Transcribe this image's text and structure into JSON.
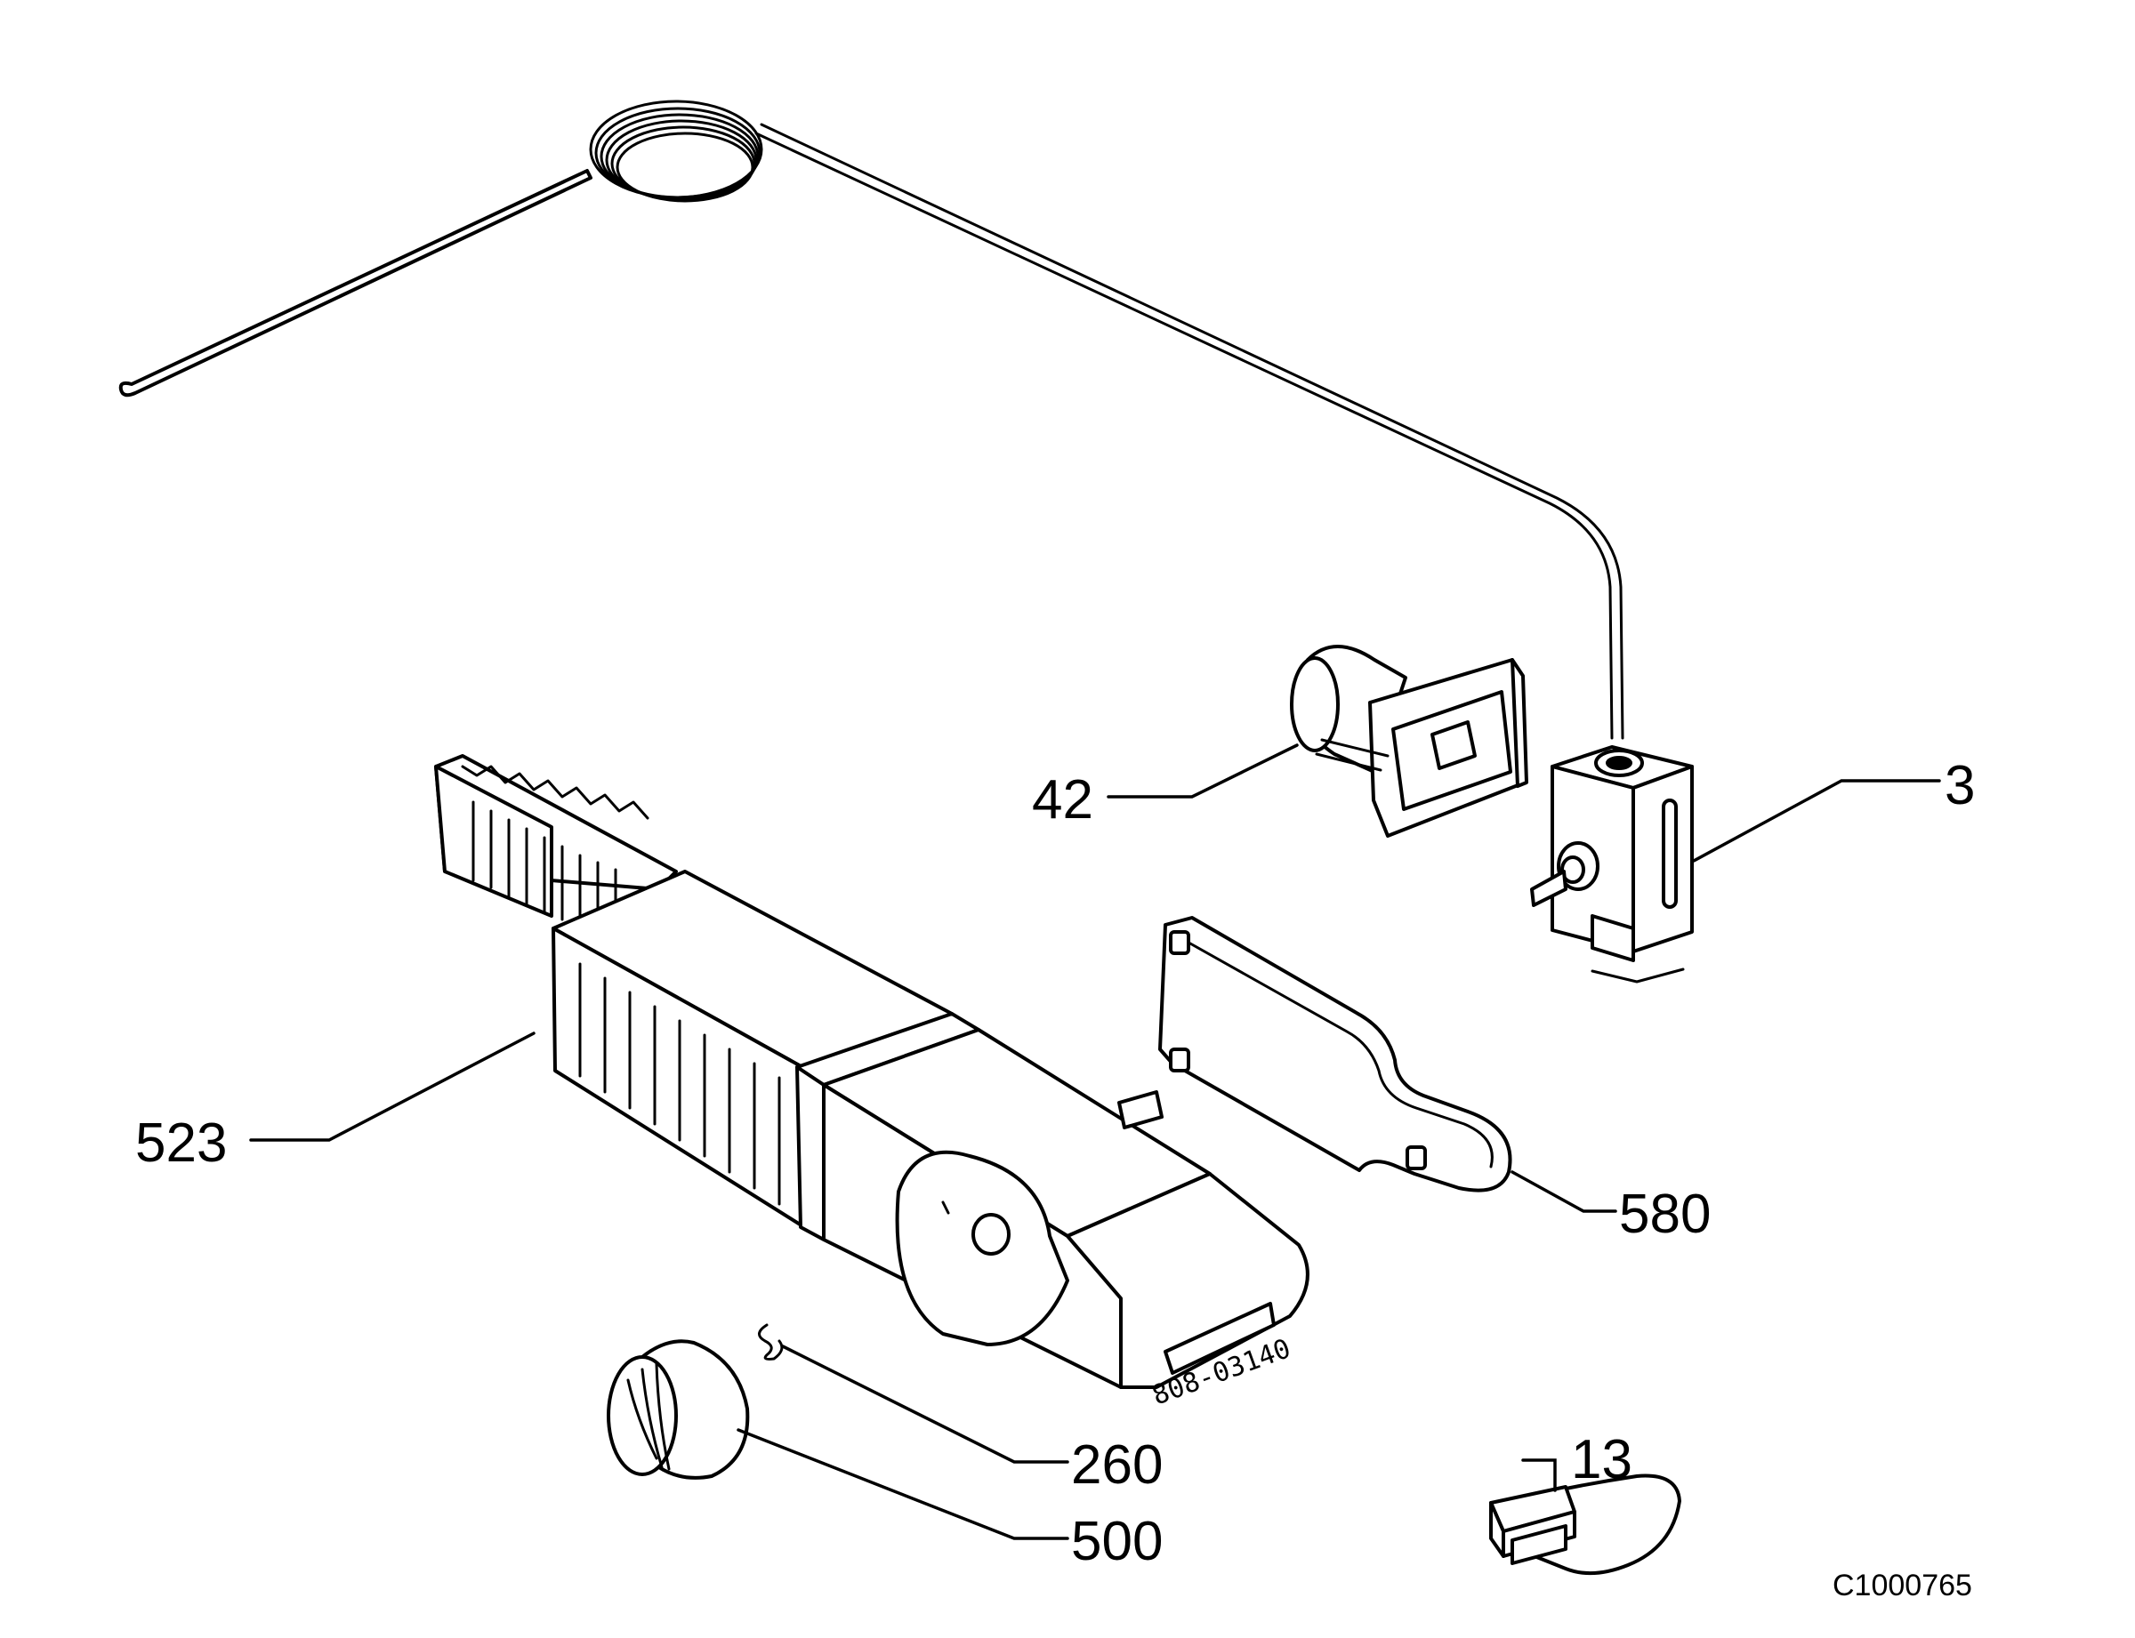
{
  "diagram": {
    "callouts": {
      "p3": "3",
      "p13": "13",
      "p42": "42",
      "p260": "260",
      "p500": "500",
      "p523": "523",
      "p580": "580"
    },
    "drawing_code": "C1000765",
    "housing_stamp": "808-03140"
  }
}
